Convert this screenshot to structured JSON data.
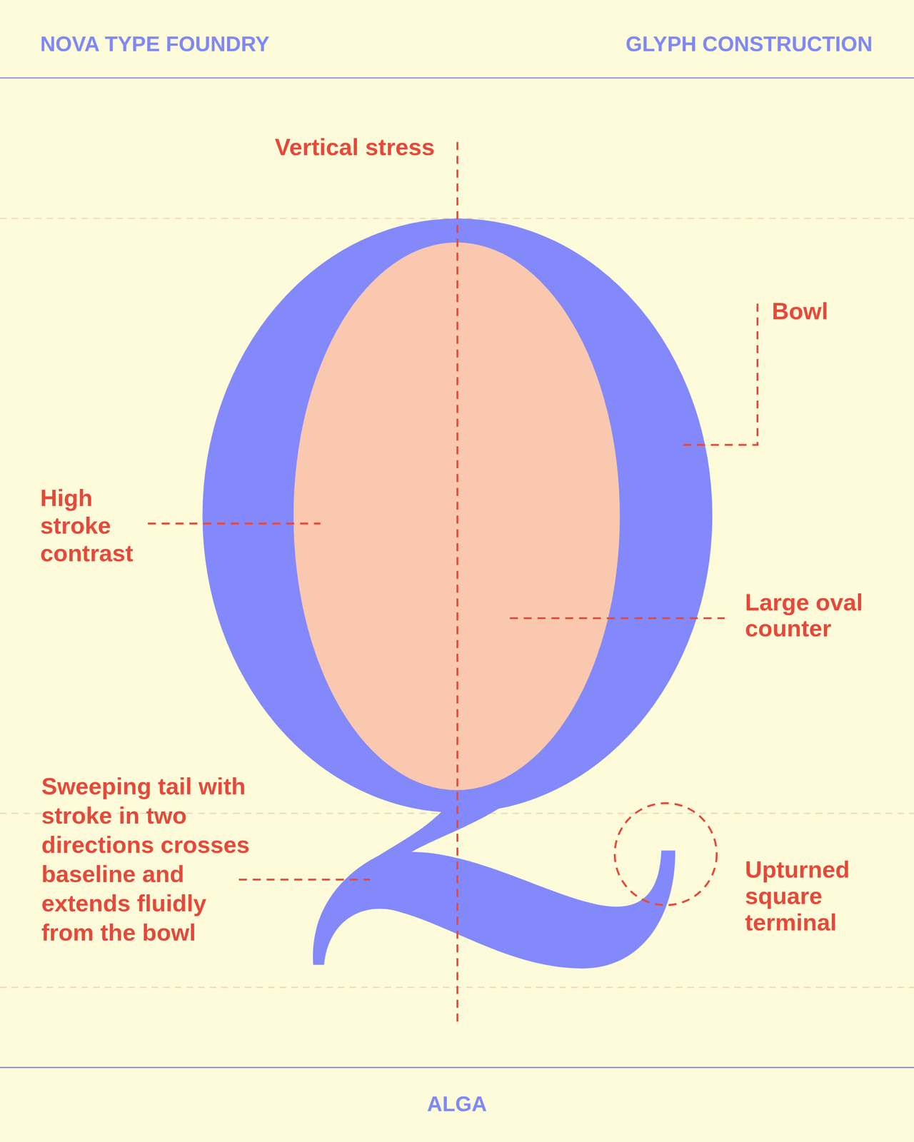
{
  "diagram": {
    "caption": "ALGA",
    "labels": [
      "NOVA TYPE FOUNDRY",
      "GLYPH CONSTRUCTION",
      "Vertical stress",
      "Bowl",
      "High stroke contrast",
      "Large oval counter",
      "Sweeping tail with stroke in two directions crosses baseline and extends fluidly from the bowl",
      "Upturned square terminal"
    ]
  }
}
